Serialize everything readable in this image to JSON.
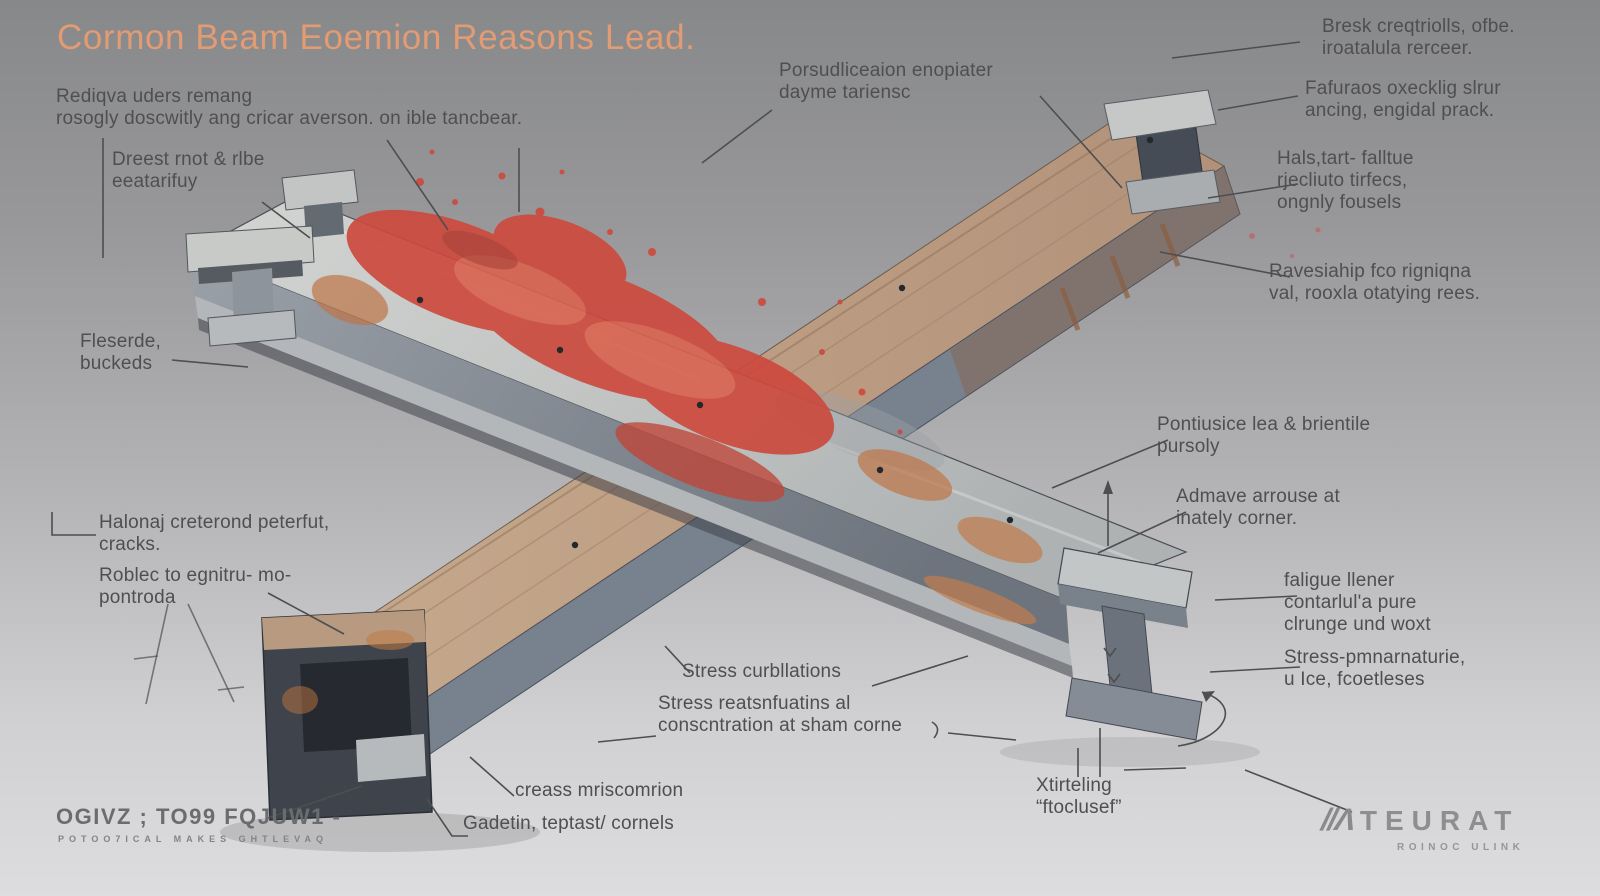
{
  "title": "Cormon Beam Eoemion Reasons Lead.",
  "colors": {
    "title_accent": "#e29b73",
    "label_text": "#4f4f52",
    "red_paint": "#cc4a3e",
    "rust": "#bf7547",
    "steel": "#c6c8c6",
    "wood": "#c1a286",
    "background_top": "#87888a",
    "background_bottom": "#dddcde"
  },
  "labels": {
    "rediqva": "Rediqva uders remang\nrosogly doscwitly ang cricar averson. on ible tancbear.",
    "dreest": "Dreest rnot & rlbe\neeatarifuy",
    "fleserde": "Fleserde,\nbuckeds",
    "porsud": "Porsudliceaion enopiater\ndayme tariensc",
    "bresk": "Bresk creqtriolls, ofbe.\niroatalula rerceer.",
    "fafuraos": "Fafuraos oxecklig slrur\nancing, engidal prack.",
    "hals": "Hals,tart- falltue\nrjecliuto tirfecs,\nongnly fousels",
    "ravesiahip": "Ravesiahip fco rigniqna\nval, rooxla otatying rees.",
    "pontiusice": "Pontiusice lea & brientile\npursoly",
    "admave": "Admave arrouse at\ninately corner.",
    "faligue": "faligue llener\ncontarlul'a pure\nclrunge und woxt",
    "stress_pm": "Stress-pmnarnaturie,\nu Ice, fcoetleses",
    "stress_curb": "Stress curbllations",
    "stress_conc": "Stress reatsnfuatins al\nconscntration at sham corne",
    "creass": "creass mriscomrion",
    "gadetin": "Gadetin, teptast/ cornels",
    "halonaj": "Halonaj creterond peterfut,\ncracks.",
    "roblec": "Roblec to egnitru- mo-\npontroda",
    "xtirteling": "Xtirteling\n“ftoclusef”"
  },
  "footer": {
    "code": "OGIVZ ; TO99 FQJUW1 -",
    "code_sub": "POTOO7ICAL MAKES GHTLEVAQ"
  },
  "logo": {
    "mark": "//Λ",
    "text": "TEURAT",
    "subtext": "ROINOC ULINK"
  }
}
